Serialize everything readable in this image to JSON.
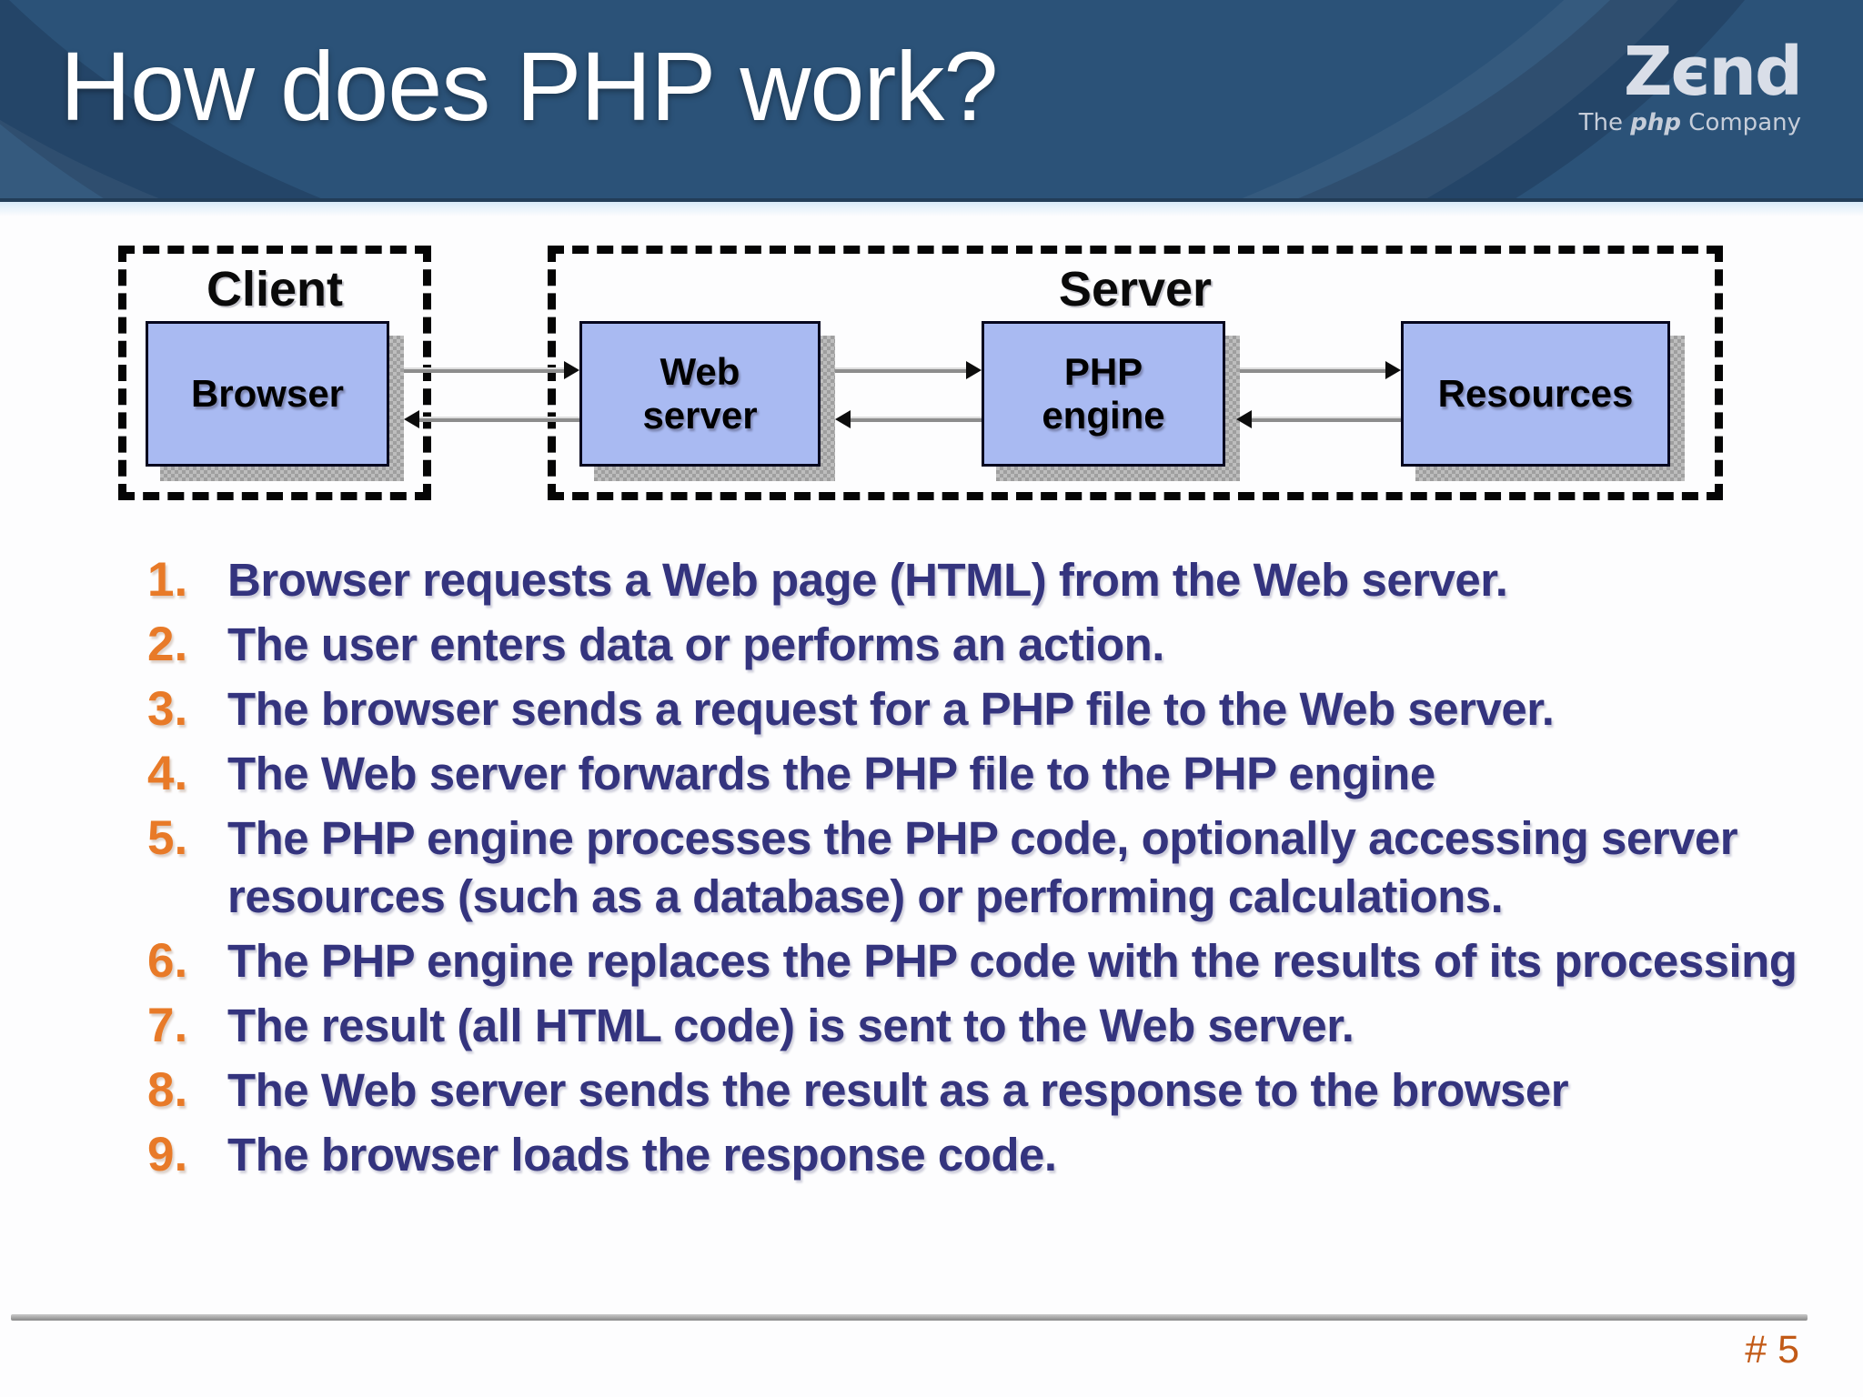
{
  "slide": {
    "title": "How does PHP work?",
    "page_number": "# 5"
  },
  "logo": {
    "brand": "Zєnd",
    "tagline_pre": "The ",
    "tagline_php": "php",
    "tagline_post": " Company"
  },
  "diagram": {
    "groups": {
      "client": {
        "label": "Client"
      },
      "server": {
        "label": "Server"
      }
    },
    "nodes": {
      "browser": {
        "label": "Browser"
      },
      "web_server": {
        "line1": "Web",
        "line2": "server"
      },
      "php_engine": {
        "line1": "PHP",
        "line2": "engine"
      },
      "resources": {
        "label": "Resources"
      }
    }
  },
  "steps": [
    {
      "num": "1.",
      "text": "Browser requests a Web page (HTML) from the Web server."
    },
    {
      "num": "2.",
      "text": "The user enters data or performs an action."
    },
    {
      "num": "3.",
      "text": "The browser sends a request for a PHP file to the Web server."
    },
    {
      "num": "4.",
      "text": "The Web server forwards the PHP file to the PHP engine"
    },
    {
      "num": "5.",
      "text": "The PHP engine processes the PHP code, optionally accessing server resources (such as a database) or performing calculations."
    },
    {
      "num": "6.",
      "text": "The PHP engine replaces the PHP code with the results of its processing"
    },
    {
      "num": "7.",
      "text": "The result (all HTML code) is sent to the Web server."
    },
    {
      "num": "8.",
      "text": "The Web server sends the result as a response to the browser"
    },
    {
      "num": "9.",
      "text": "The browser loads the response code."
    }
  ],
  "colors": {
    "header_blue": "#2b5278",
    "box_fill": "#a9baf2",
    "step_text_navy": "#34347e",
    "step_number_orange": "#e87a28",
    "page_number_orange": "#c25a17",
    "logo_gray": "#d9dee8"
  }
}
